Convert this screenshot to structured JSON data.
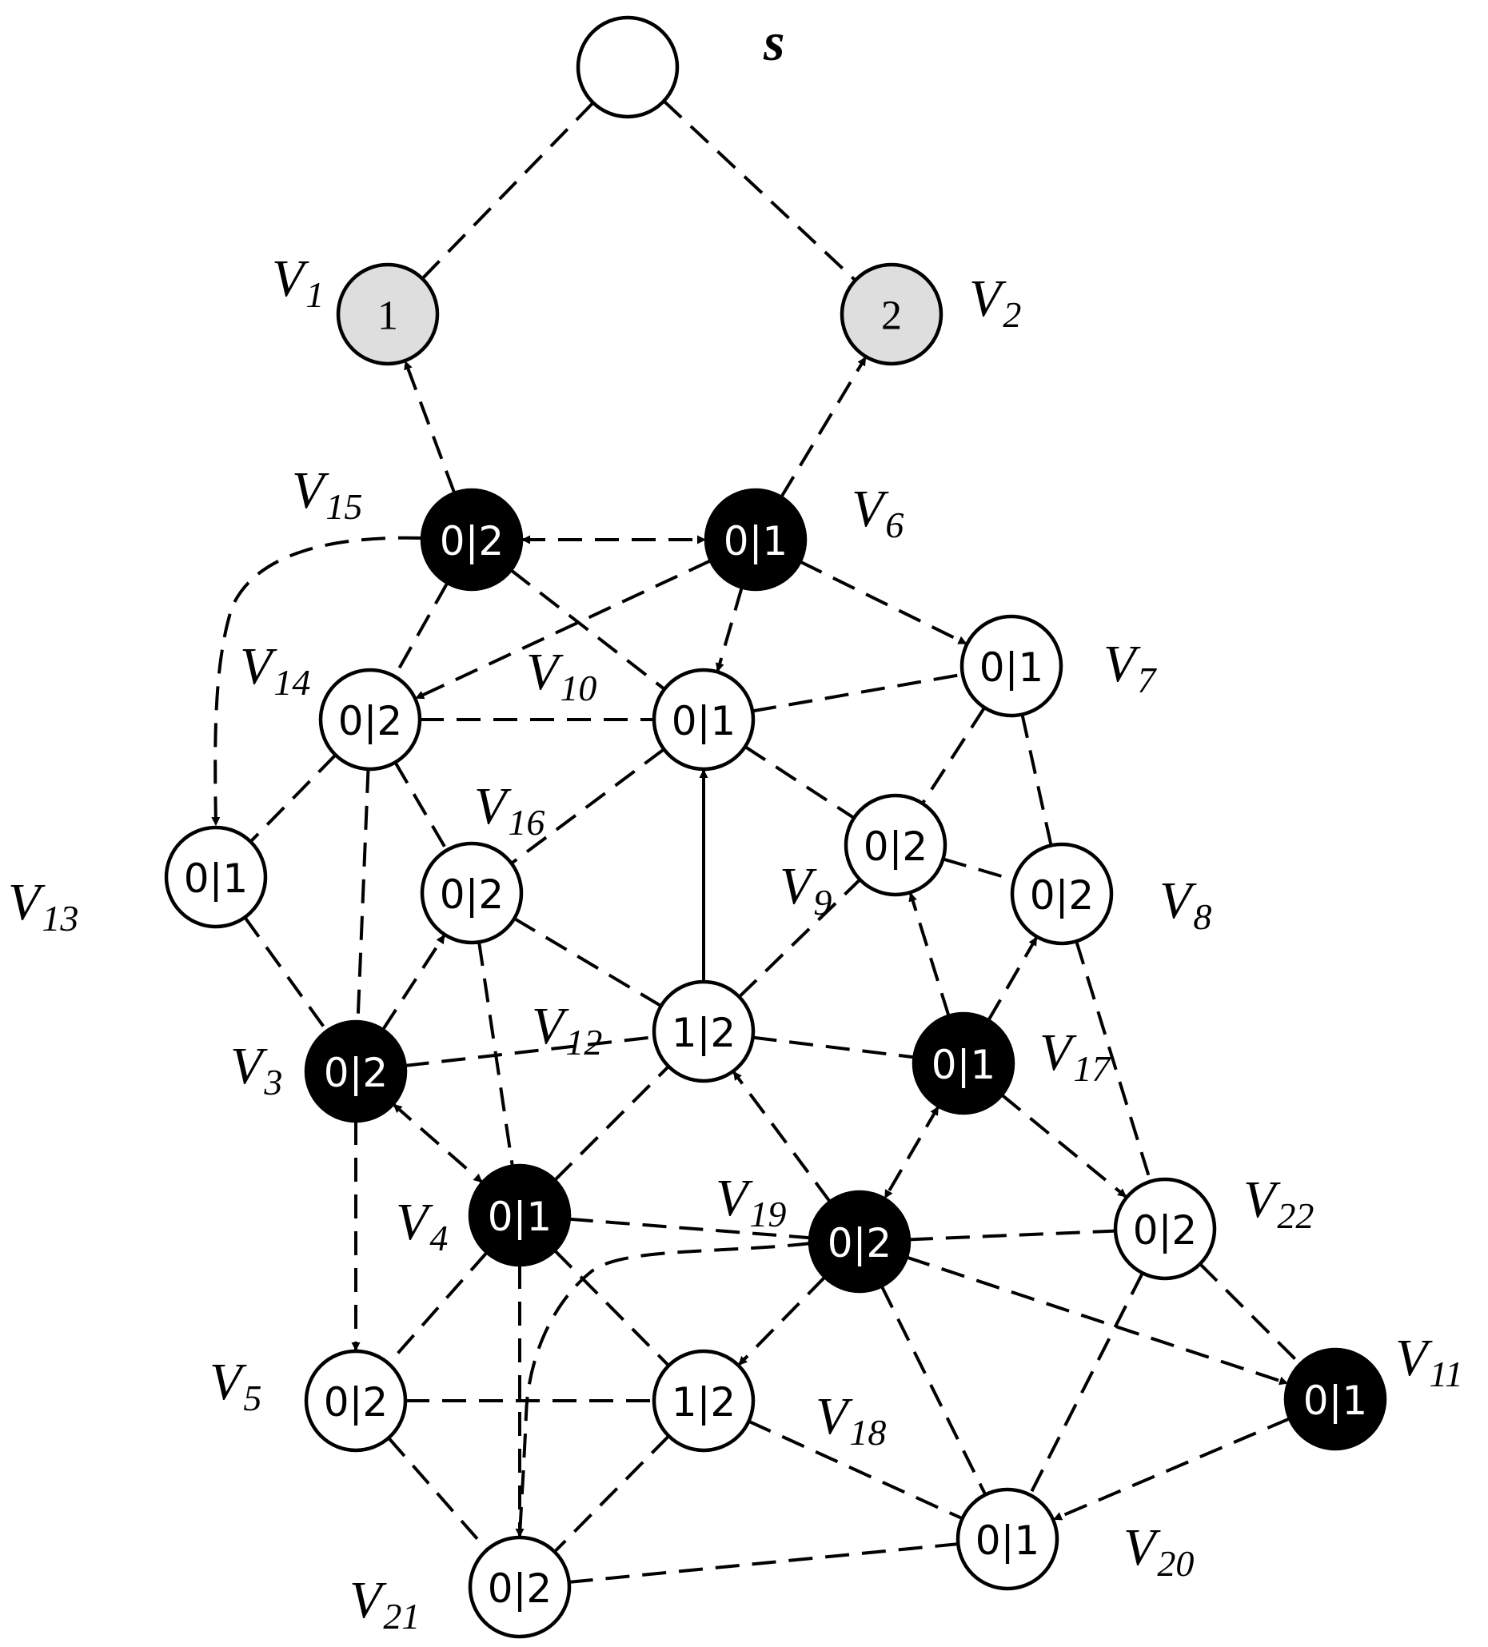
{
  "colors": {
    "black": "#000000",
    "gray": "#dedede",
    "white": "#ffffff"
  },
  "nodes": [
    {
      "id": "s",
      "name": "s",
      "sub": "",
      "text": "",
      "fill": "white"
    },
    {
      "id": "v1",
      "name": "V",
      "sub": "1",
      "text": "1",
      "fill": "gray"
    },
    {
      "id": "v2",
      "name": "V",
      "sub": "2",
      "text": "2",
      "fill": "gray"
    },
    {
      "id": "v3",
      "name": "V",
      "sub": "3",
      "text": "0|2",
      "fill": "black"
    },
    {
      "id": "v4",
      "name": "V",
      "sub": "4",
      "text": "0|1",
      "fill": "black"
    },
    {
      "id": "v5",
      "name": "V",
      "sub": "5",
      "text": "0|2",
      "fill": "white"
    },
    {
      "id": "v6",
      "name": "V",
      "sub": "6",
      "text": "0|1",
      "fill": "black"
    },
    {
      "id": "v7",
      "name": "V",
      "sub": "7",
      "text": "0|1",
      "fill": "white"
    },
    {
      "id": "v8",
      "name": "V",
      "sub": "8",
      "text": "0|2",
      "fill": "white"
    },
    {
      "id": "v9",
      "name": "V",
      "sub": "9",
      "text": "0|2",
      "fill": "white"
    },
    {
      "id": "v10",
      "name": "V",
      "sub": "10",
      "text": "0|1",
      "fill": "white"
    },
    {
      "id": "v11",
      "name": "V",
      "sub": "11",
      "text": "0|1",
      "fill": "black"
    },
    {
      "id": "v12",
      "name": "V",
      "sub": "12",
      "text": "1|2",
      "fill": "white"
    },
    {
      "id": "v13",
      "name": "V",
      "sub": "13",
      "text": "0|1",
      "fill": "white"
    },
    {
      "id": "v14",
      "name": "V",
      "sub": "14",
      "text": "0|2",
      "fill": "white"
    },
    {
      "id": "v15",
      "name": "V",
      "sub": "15",
      "text": "0|2",
      "fill": "black"
    },
    {
      "id": "v16",
      "name": "V",
      "sub": "16",
      "text": "0|2",
      "fill": "white"
    },
    {
      "id": "v17",
      "name": "V",
      "sub": "17",
      "text": "0|1",
      "fill": "black"
    },
    {
      "id": "v18",
      "name": "V",
      "sub": "18",
      "text": "1|2",
      "fill": "white"
    },
    {
      "id": "v19",
      "name": "V",
      "sub": "19",
      "text": "0|2",
      "fill": "black"
    },
    {
      "id": "v20",
      "name": "V",
      "sub": "20",
      "text": "0|1",
      "fill": "white"
    },
    {
      "id": "v21",
      "name": "V",
      "sub": "21",
      "text": "0|2",
      "fill": "white"
    },
    {
      "id": "v22",
      "name": "V",
      "sub": "22",
      "text": "0|2",
      "fill": "white"
    }
  ],
  "edges": [
    {
      "from": "s",
      "to": "v1",
      "style": "dashed",
      "arrow": "none"
    },
    {
      "from": "s",
      "to": "v2",
      "style": "dashed",
      "arrow": "none"
    },
    {
      "from": "v15",
      "to": "v1",
      "style": "dashed",
      "arrow": "end"
    },
    {
      "from": "v6",
      "to": "v2",
      "style": "dashed",
      "arrow": "end"
    },
    {
      "from": "v15",
      "to": "v6",
      "style": "dashed",
      "arrow": "both"
    },
    {
      "from": "v15",
      "to": "v13",
      "style": "dashed",
      "arrow": "end",
      "curve": "v15v13"
    },
    {
      "from": "v15",
      "to": "v14",
      "style": "dashed",
      "arrow": "none"
    },
    {
      "from": "v15",
      "to": "v10",
      "style": "dashed",
      "arrow": "none"
    },
    {
      "from": "v6",
      "to": "v14",
      "style": "dashed",
      "arrow": "end"
    },
    {
      "from": "v6",
      "to": "v10",
      "style": "dashed",
      "arrow": "end"
    },
    {
      "from": "v6",
      "to": "v7",
      "style": "dashed",
      "arrow": "end"
    },
    {
      "from": "v14",
      "to": "v10",
      "style": "dashed",
      "arrow": "none"
    },
    {
      "from": "v10",
      "to": "v7",
      "style": "dashed",
      "arrow": "none"
    },
    {
      "from": "v14",
      "to": "v13",
      "style": "dashed",
      "arrow": "none"
    },
    {
      "from": "v14",
      "to": "v16",
      "style": "dashed",
      "arrow": "none"
    },
    {
      "from": "v14",
      "to": "v3",
      "style": "dashed",
      "arrow": "none"
    },
    {
      "from": "v10",
      "to": "v16",
      "style": "dashed",
      "arrow": "none"
    },
    {
      "from": "v10",
      "to": "v9",
      "style": "dashed",
      "arrow": "none"
    },
    {
      "from": "v7",
      "to": "v9",
      "style": "dashed",
      "arrow": "none"
    },
    {
      "from": "v7",
      "to": "v8",
      "style": "dashed",
      "arrow": "none"
    },
    {
      "from": "v9",
      "to": "v8",
      "style": "dashed",
      "arrow": "none"
    },
    {
      "from": "v13",
      "to": "v3",
      "style": "dashed",
      "arrow": "none"
    },
    {
      "from": "v3",
      "to": "v16",
      "style": "dashed",
      "arrow": "end"
    },
    {
      "from": "v16",
      "to": "v12",
      "style": "dashed",
      "arrow": "none"
    },
    {
      "from": "v16",
      "to": "v4",
      "style": "dashed",
      "arrow": "none"
    },
    {
      "from": "v12",
      "to": "v10",
      "style": "solid",
      "arrow": "end"
    },
    {
      "from": "v12",
      "to": "v9",
      "style": "dashed",
      "arrow": "none"
    },
    {
      "from": "v12",
      "to": "v17",
      "style": "dashed",
      "arrow": "none"
    },
    {
      "from": "v3",
      "to": "v12",
      "style": "dashed",
      "arrow": "none"
    },
    {
      "from": "v4",
      "to": "v12",
      "style": "dashed",
      "arrow": "none"
    },
    {
      "from": "v19",
      "to": "v12",
      "style": "dashed",
      "arrow": "end"
    },
    {
      "from": "v17",
      "to": "v9",
      "style": "dashed",
      "arrow": "end"
    },
    {
      "from": "v17",
      "to": "v8",
      "style": "dashed",
      "arrow": "end"
    },
    {
      "from": "v8",
      "to": "v22",
      "style": "dashed",
      "arrow": "none"
    },
    {
      "from": "v17",
      "to": "v19",
      "style": "dashed",
      "arrow": "both"
    },
    {
      "from": "v17",
      "to": "v22",
      "style": "dashed",
      "arrow": "end"
    },
    {
      "from": "v3",
      "to": "v4",
      "style": "dashed",
      "arrow": "both"
    },
    {
      "from": "v3",
      "to": "v5",
      "style": "dashed",
      "arrow": "end"
    },
    {
      "from": "v4",
      "to": "v19",
      "style": "dashed",
      "arrow": "none"
    },
    {
      "from": "v4",
      "to": "v5",
      "style": "dashed",
      "arrow": "none"
    },
    {
      "from": "v4",
      "to": "v21",
      "style": "dashed",
      "arrow": "end"
    },
    {
      "from": "v4",
      "to": "v18",
      "style": "dashed",
      "arrow": "none"
    },
    {
      "from": "v19",
      "to": "v22",
      "style": "dashed",
      "arrow": "none"
    },
    {
      "from": "v19",
      "to": "v11",
      "style": "dashed",
      "arrow": "end"
    },
    {
      "from": "v19",
      "to": "v18",
      "style": "dashed",
      "arrow": "end"
    },
    {
      "from": "v19",
      "to": "v20",
      "style": "dashed",
      "arrow": "none"
    },
    {
      "from": "v19",
      "to": "v21",
      "style": "dashed",
      "arrow": "none",
      "curve": "v19v21"
    },
    {
      "from": "v22",
      "to": "v11",
      "style": "dashed",
      "arrow": "none"
    },
    {
      "from": "v22",
      "to": "v20",
      "style": "dashed",
      "arrow": "none"
    },
    {
      "from": "v11",
      "to": "v20",
      "style": "dashed",
      "arrow": "end"
    },
    {
      "from": "v5",
      "to": "v18",
      "style": "dashed",
      "arrow": "none"
    },
    {
      "from": "v5",
      "to": "v21",
      "style": "dashed",
      "arrow": "none"
    },
    {
      "from": "v18",
      "to": "v21",
      "style": "dashed",
      "arrow": "none"
    },
    {
      "from": "v18",
      "to": "v20",
      "style": "dashed",
      "arrow": "none"
    },
    {
      "from": "v21",
      "to": "v20",
      "style": "dashed",
      "arrow": "none"
    }
  ]
}
